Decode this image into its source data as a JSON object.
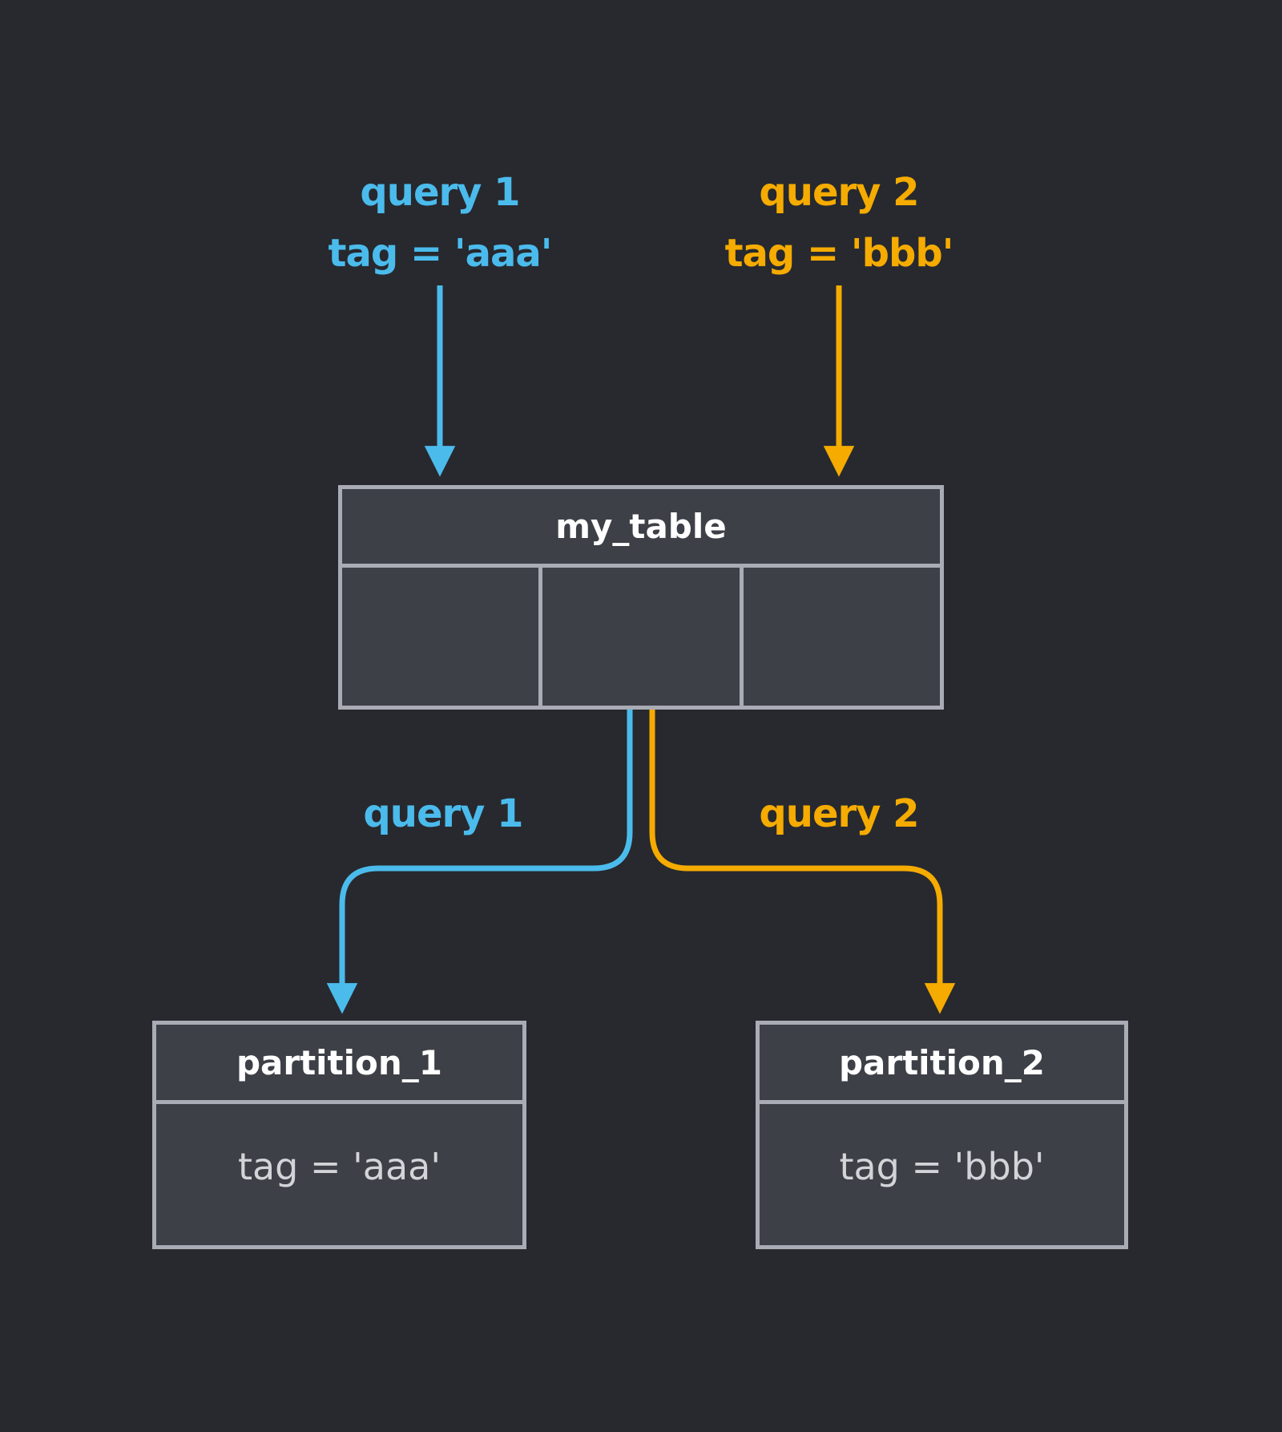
{
  "diagram": {
    "title_hint": "table partition pruning diagram",
    "queries": [
      {
        "label": "query 1",
        "filter": "tag = 'aaa'",
        "color": "#4bbbec"
      },
      {
        "label": "query 2",
        "filter": "tag = 'bbb'",
        "color": "#f5ab00"
      }
    ],
    "table": {
      "name": "my_table",
      "cell_count": 3
    },
    "partitions": [
      {
        "name": "partition_1",
        "content": "tag = 'aaa'"
      },
      {
        "name": "partition_2",
        "content": "tag = 'bbb'"
      }
    ],
    "colors": {
      "background": "#27292f",
      "box_fill": "#3d4046",
      "box_border": "#a9acb4",
      "query1_blue": "#4bbbec",
      "query2_orange": "#f5ab00",
      "header_text": "#ffffff",
      "body_text": "#d2d4d8"
    }
  }
}
